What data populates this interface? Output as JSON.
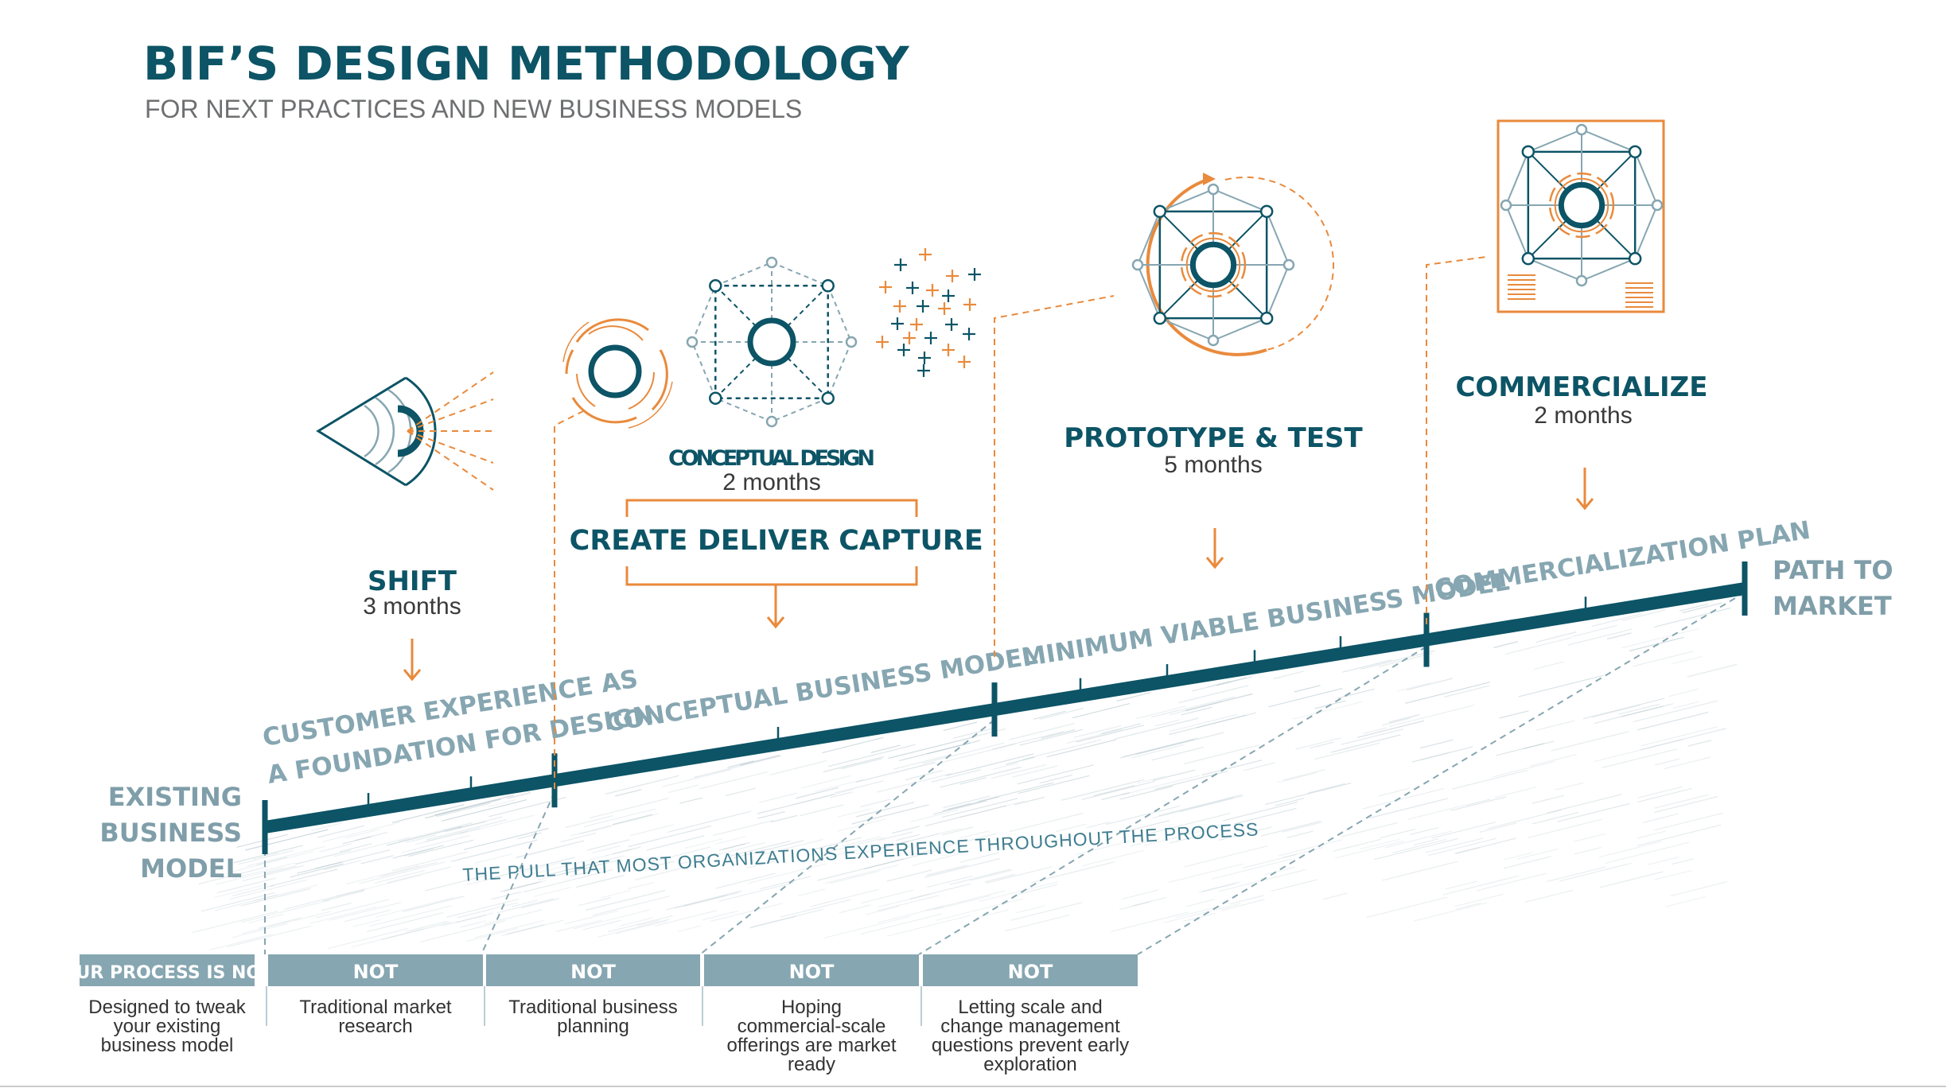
{
  "header": {
    "title": "BIF’S DESIGN METHODOLOGY",
    "subtitle": "FOR NEXT PRACTICES AND NEW BUSINESS MODELS"
  },
  "phases": {
    "shift": {
      "label": "SHIFT",
      "duration": "3 months"
    },
    "conceptual": {
      "label": "CONCEPTUAL DESIGN",
      "duration": "2 months",
      "steps": [
        "CREATE",
        "DELIVER",
        "CAPTURE"
      ]
    },
    "prototype": {
      "label": "PROTOTYPE & TEST",
      "duration": "5 months"
    },
    "commercialize": {
      "label": "COMMERCIALIZE",
      "duration": "2 months"
    }
  },
  "timeline": {
    "start_lines": [
      "EXISTING",
      "BUSINESS",
      "MODEL"
    ],
    "end_lines": [
      "PATH TO",
      "MARKET"
    ],
    "stages": {
      "customer_line1": "CUSTOMER EXPERIENCE AS",
      "customer_line2": "A FOUNDATION FOR DESIGN",
      "conceptual": "CONCEPTUAL BUSINESS MODEL",
      "mvbm": "MINIMUM VIABLE BUSINESS MODEL",
      "plan": "COMMERCIALIZATION PLAN"
    },
    "pull_text": "THE PULL THAT MOST ORGANIZATIONS EXPERIENCE THROUGHOUT THE PROCESS"
  },
  "not_table": {
    "headers": [
      "OUR PROCESS IS NOT",
      "NOT",
      "NOT",
      "NOT",
      "NOT"
    ],
    "descriptions": [
      [
        "Designed to tweak",
        "your existing",
        "business model"
      ],
      [
        "Traditional market",
        "research"
      ],
      [
        "Traditional business",
        "planning"
      ],
      [
        "Hoping",
        "commercial-scale",
        "offerings are market",
        "ready"
      ],
      [
        "Letting scale and",
        "change management",
        "questions prevent early",
        "exploration"
      ]
    ]
  },
  "colors": {
    "navy": "#0c5466",
    "gray_blue": "#86a6b1",
    "teal": "#3e7d90",
    "orange": "#e98a3c",
    "header_cell": "#86a6b1"
  },
  "icons": [
    "eye-icon",
    "focus-circle-icon",
    "network-icon",
    "sparkle-plus-icon",
    "cycle-network-icon",
    "blueprint-network-icon"
  ]
}
